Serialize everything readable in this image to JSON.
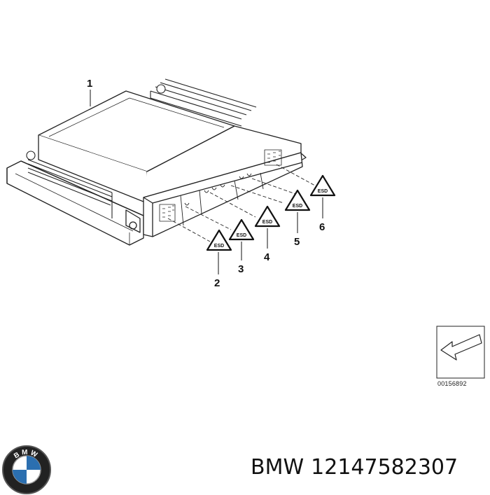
{
  "diagram": {
    "callouts": [
      {
        "number": "1"
      },
      {
        "number": "2"
      },
      {
        "number": "3"
      },
      {
        "number": "4"
      },
      {
        "number": "5"
      },
      {
        "number": "6"
      }
    ],
    "reference_code": "00156892"
  },
  "caption": {
    "brand": "BMW",
    "part_number": "12147582307"
  },
  "logo": {
    "letters": "BMW",
    "colors": {
      "ring": "#111111",
      "blue": "#2b6fb0",
      "white": "#ffffff"
    }
  }
}
